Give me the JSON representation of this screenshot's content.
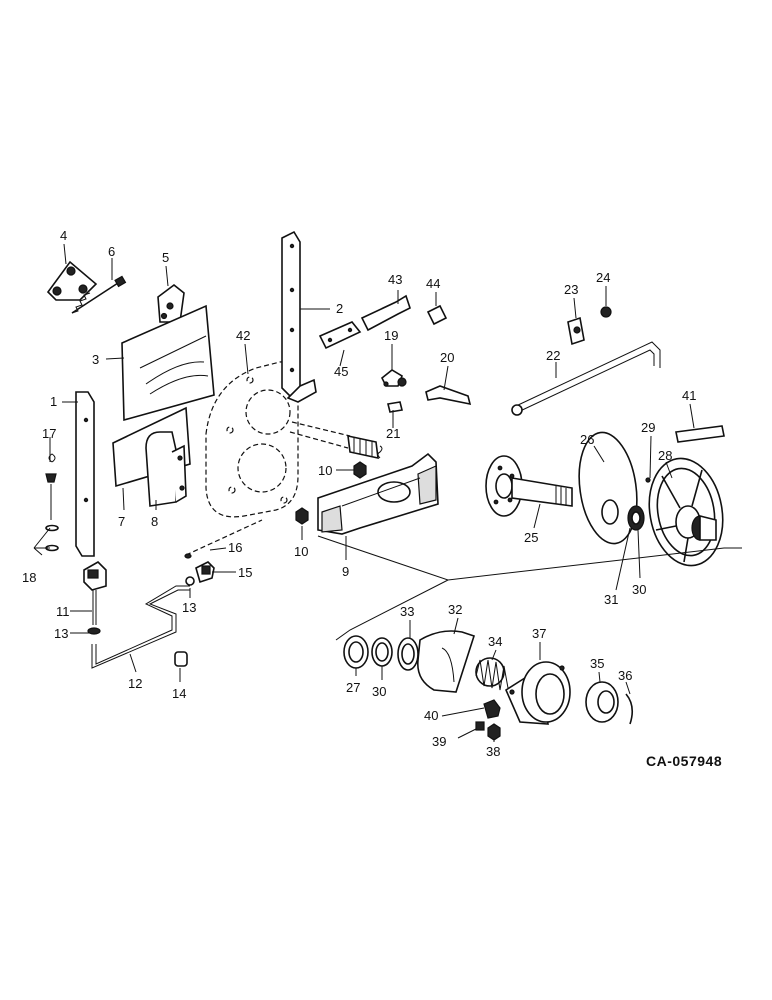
{
  "diagram": {
    "code": "CA-057948",
    "callouts": {
      "c1": "1",
      "c2": "2",
      "c3": "3",
      "c4": "4",
      "c5": "5",
      "c6": "6",
      "c7": "7",
      "c8": "8",
      "c9": "9",
      "c10a": "10",
      "c10b": "10",
      "c11": "11",
      "c12": "12",
      "c13a": "13",
      "c13b": "13",
      "c14": "14",
      "c15": "15",
      "c16": "16",
      "c17": "17",
      "c18": "18",
      "c19": "19",
      "c20": "20",
      "c21": "21",
      "c22": "22",
      "c23": "23",
      "c24": "24",
      "c25": "25",
      "c26": "26",
      "c27": "27",
      "c28": "28",
      "c29": "29",
      "c30a": "30",
      "c30b": "30",
      "c31": "31",
      "c32": "32",
      "c33": "33",
      "c34": "34",
      "c35": "35",
      "c36": "36",
      "c37": "37",
      "c38": "38",
      "c39": "39",
      "c40": "40",
      "c41": "41",
      "c42": "42",
      "c43": "43",
      "c44": "44",
      "c45": "45"
    }
  }
}
